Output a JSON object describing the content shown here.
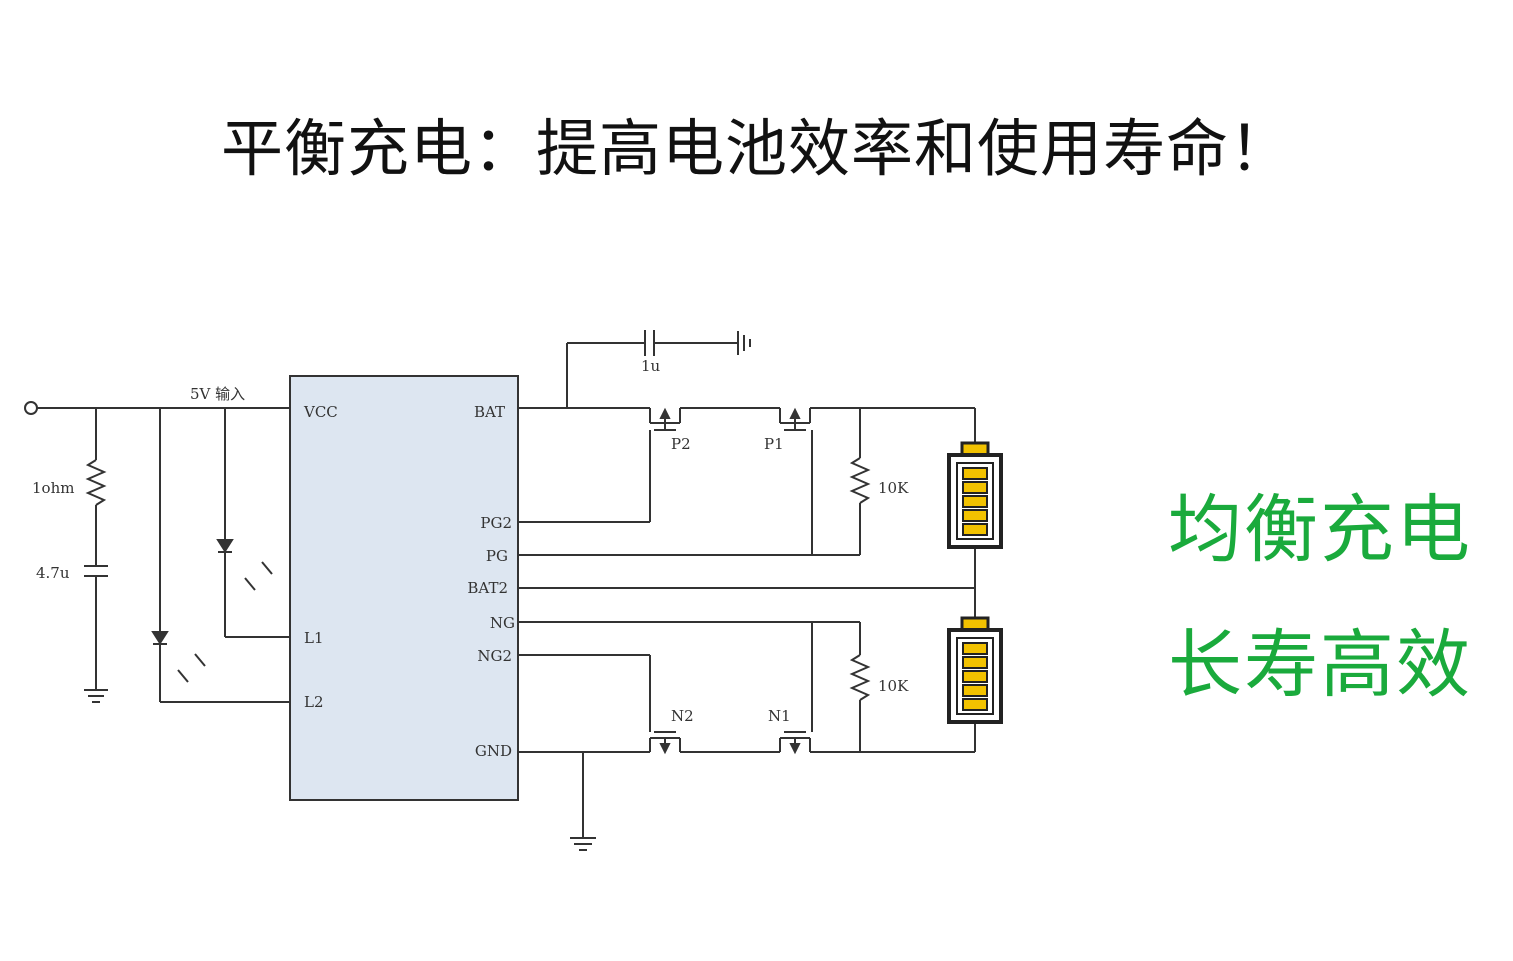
{
  "title": "平衡充电：提高电池效率和使用寿命！",
  "slogans": [
    "均衡充电",
    "长寿高效"
  ],
  "colors": {
    "slogan": "#1aaa3c",
    "chip_fill": "#dde6f1",
    "wire": "#333333",
    "battery_cell": "#f2c200"
  },
  "circuit": {
    "input_label": "5V 输入",
    "resistor_input": "1ohm",
    "capacitor_input": "4.7u",
    "capacitor_bat": "1u",
    "resistor_top": "10K",
    "resistor_bottom": "10K",
    "chip_pins_left": [
      "VCC",
      "L1",
      "L2"
    ],
    "chip_pins_right": [
      "BAT",
      "PG2",
      "PG",
      "BAT2",
      "NG",
      "NG2",
      "GND"
    ],
    "transistors": [
      "P2",
      "P1",
      "N2",
      "N1"
    ],
    "icons": [
      "led-icon",
      "led-icon",
      "battery-icon",
      "battery-icon",
      "ground-icon",
      "ground-icon",
      "ground-icon"
    ]
  }
}
